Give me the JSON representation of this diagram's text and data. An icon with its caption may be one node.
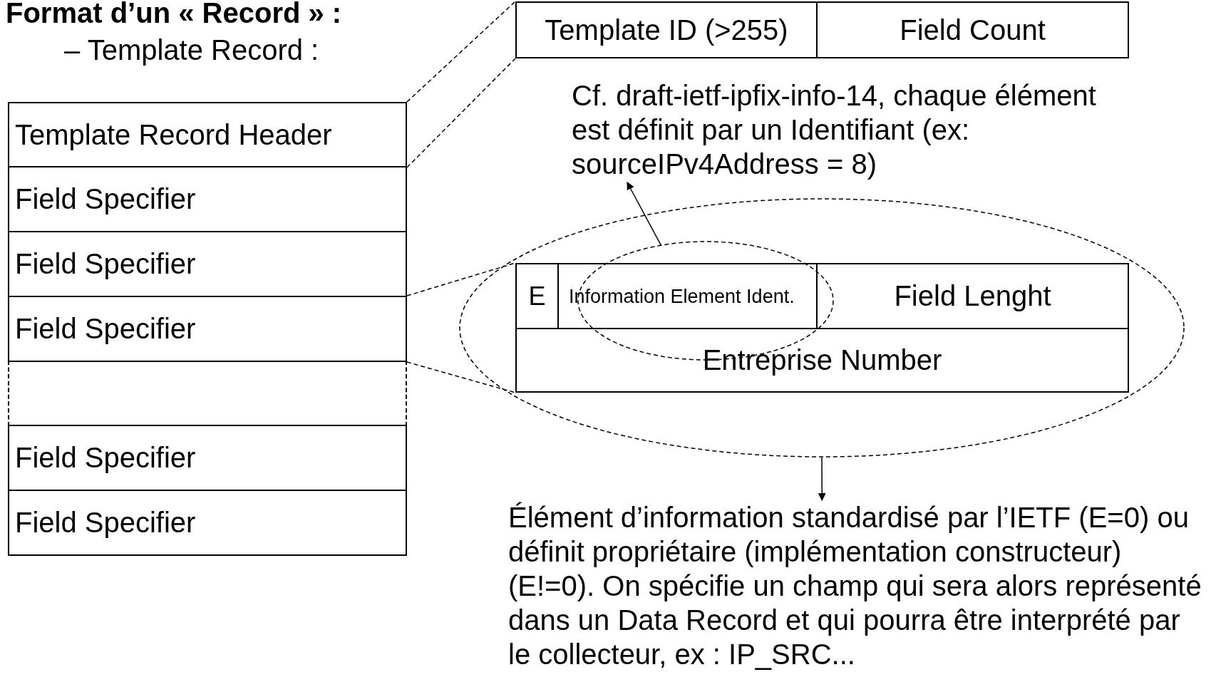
{
  "diagram": {
    "title": "Format d’un « Record » :",
    "nodes": [
      {
        "text": [
          "Template Record Header"
        ]
      },
      {
        "text": [
          "Field Specifier"
        ]
      },
      {
        "text": [
          "Field Specifier"
        ]
      },
      {
        "text": [
          "Field Specifier"
        ]
      },
      {
        "text": [],
        "shape": "box"
      },
      {
        "text": [
          "Field Specifier"
        ]
      },
      {
        "text": [
          "Field Specifier"
        ]
      },
      {
        "text": [],
        "shape": "box"
      },
      {
        "text": [
          "Template ID (>255)"
        ],
        "in": 7
      },
      {
        "text": [
          "Field Count"
        ],
        "in": 7
      },
      {
        "text": [],
        "shape": "ellipse"
      },
      {
        "text": [],
        "shape": "box",
        "in": 10
      },
      {
        "text": [
          "E"
        ],
        "in": 11
      },
      {
        "text": [
          "Information Element Ident."
        ],
        "in": 11
      },
      {
        "text": [
          "Field Lenght"
        ],
        "in": 11
      },
      {
        "text": [
          "Entreprise Number"
        ],
        "in": 11
      },
      {
        "text": [],
        "shape": "ellipse",
        "in": 10
      },
      {
        "text": [
          "Cf. draft-ietf-ipfix-info-14, chaque élément est définit par un Identifiant (ex: sourceIPv4Address = 8)"
        ]
      },
      {
        "text": [
          "Élément d’information standardisé par l’IETF (E=0) ou définit propriétaire (implémentation constructeur) (E!=0). On spécifie un champ qui sera alors représenté dans un Data Record et qui pourra être interprété par le collecteur, ex : IP_SRC..."
        ]
      }
    ],
    "edges": [
      {
        "from": 0,
        "to": 7,
        "arrow": "none",
        "style": "dashed"
      },
      {
        "from": 0,
        "to": 7,
        "arrow": "none",
        "style": "dashed"
      },
      {
        "from": 3,
        "to": 11,
        "arrow": "none",
        "style": "dashed"
      },
      {
        "from": 3,
        "to": 11,
        "arrow": "none",
        "style": "dashed"
      },
      {
        "from": 16,
        "to": 17,
        "arrow": "to"
      },
      {
        "from": 10,
        "to": 18,
        "arrow": "to"
      }
    ],
    "labels": [
      "– Template Record :"
    ]
  }
}
